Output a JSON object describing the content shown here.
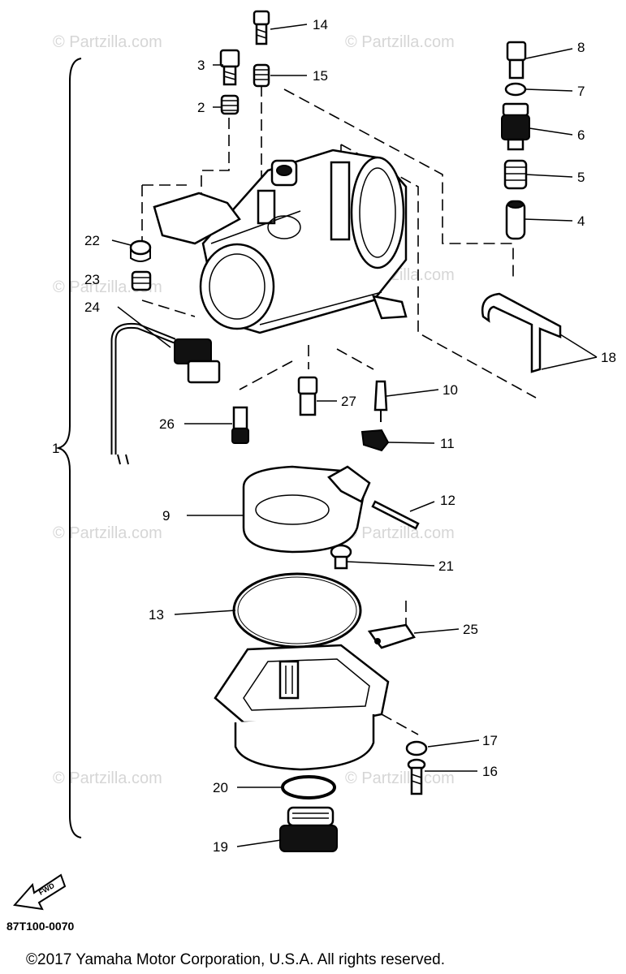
{
  "diagram": {
    "callouts": {
      "p1": "1",
      "p2": "2",
      "p3": "3",
      "p4": "4",
      "p5": "5",
      "p6": "6",
      "p7": "7",
      "p8": "8",
      "p9": "9",
      "p10": "10",
      "p11": "11",
      "p12": "12",
      "p13": "13",
      "p14": "14",
      "p15": "15",
      "p16": "16",
      "p17": "17",
      "p18": "18",
      "p19": "19",
      "p20": "20",
      "p21": "21",
      "p22": "22",
      "p23": "23",
      "p24": "24",
      "p25": "25",
      "p26": "26",
      "p27": "27"
    },
    "fwd_label": "FWD",
    "diagram_code": "87T100-0070"
  },
  "watermark": "© Partzilla.com",
  "copyright": "©2017 Yamaha Motor Corporation, U.S.A. All rights reserved."
}
